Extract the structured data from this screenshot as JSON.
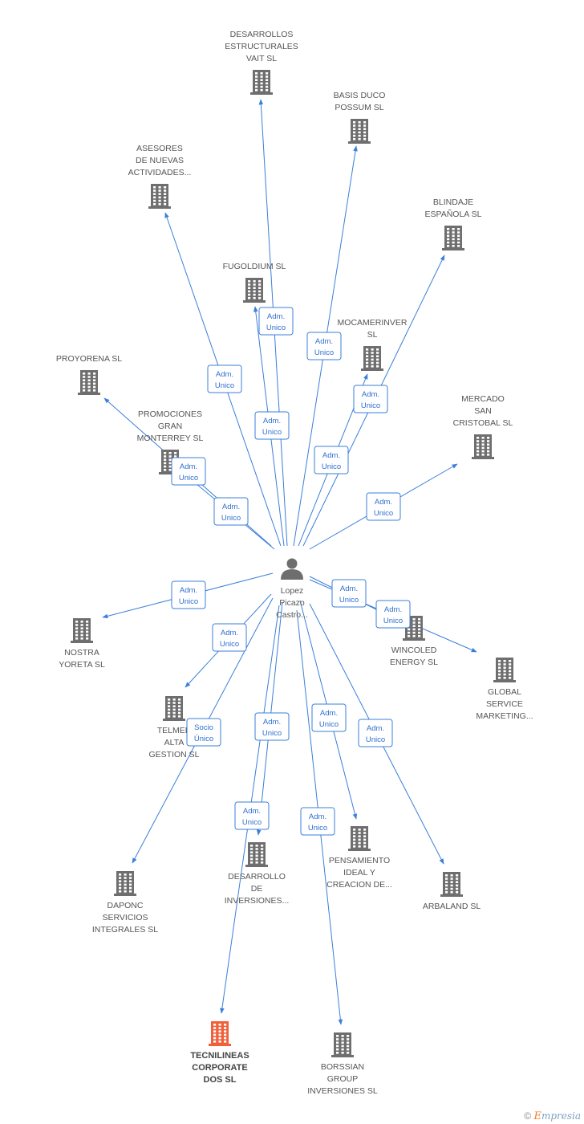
{
  "center": {
    "name_lines": [
      "Lopez",
      "Picazo",
      "Castro..."
    ],
    "icon": "person-icon"
  },
  "companies": [
    {
      "id": "desarrollos-estructurales",
      "lines": [
        "DESARROLLOS",
        "ESTRUCTURALES",
        "VAIT SL"
      ],
      "label_pos": "above",
      "highlight": false
    },
    {
      "id": "basis-duco",
      "lines": [
        "BASIS DUCO",
        "POSSUM SL"
      ],
      "label_pos": "above",
      "highlight": false
    },
    {
      "id": "asesores-nuevas",
      "lines": [
        "ASESORES",
        "DE NUEVAS",
        "ACTIVIDADES..."
      ],
      "label_pos": "above",
      "highlight": false
    },
    {
      "id": "blindaje-espanola",
      "lines": [
        "BLINDAJE",
        "ESPAÑOLA SL"
      ],
      "label_pos": "above",
      "highlight": false
    },
    {
      "id": "fugoldium",
      "lines": [
        "FUGOLDIUM SL"
      ],
      "label_pos": "above",
      "highlight": false
    },
    {
      "id": "mocamerinver",
      "lines": [
        "MOCAMERINVER",
        "SL"
      ],
      "label_pos": "above",
      "highlight": false
    },
    {
      "id": "proyorena",
      "lines": [
        "PROYORENA SL"
      ],
      "label_pos": "above",
      "highlight": false
    },
    {
      "id": "mercado-san-cristobal",
      "lines": [
        "MERCADO",
        "SAN",
        "CRISTOBAL SL"
      ],
      "label_pos": "above",
      "highlight": false
    },
    {
      "id": "promociones-gran-monterrey",
      "lines": [
        "PROMOCIONES",
        "GRAN",
        "MONTERREY SL"
      ],
      "label_pos": "above",
      "highlight": false
    },
    {
      "id": "nostra-yoreta",
      "lines": [
        "NOSTRA",
        "YORETA SL"
      ],
      "label_pos": "below",
      "highlight": false
    },
    {
      "id": "wincoled-energy",
      "lines": [
        "WINCOLED",
        "ENERGY SL"
      ],
      "label_pos": "below",
      "highlight": false
    },
    {
      "id": "global-service-marketing",
      "lines": [
        "GLOBAL",
        "SERVICE",
        "MARKETING..."
      ],
      "label_pos": "below",
      "highlight": false
    },
    {
      "id": "telmen-alta-gestion",
      "lines": [
        "TELMEN",
        "ALTA",
        "GESTION SL"
      ],
      "label_pos": "below",
      "highlight": false
    },
    {
      "id": "daponc-servicios",
      "lines": [
        "DAPONC",
        "SERVICIOS",
        "INTEGRALES SL"
      ],
      "label_pos": "below",
      "highlight": false
    },
    {
      "id": "desarrollo-inversiones",
      "lines": [
        "DESARROLLO",
        "DE",
        "INVERSIONES..."
      ],
      "label_pos": "below",
      "highlight": false
    },
    {
      "id": "pensamiento-ideal",
      "lines": [
        "PENSAMIENTO",
        "IDEAL Y",
        "CREACION DE..."
      ],
      "label_pos": "below",
      "highlight": false
    },
    {
      "id": "arbaland",
      "lines": [
        "ARBALAND SL"
      ],
      "label_pos": "below",
      "highlight": false
    },
    {
      "id": "tecnilineas-corporate",
      "lines": [
        "TECNILINEAS",
        "CORPORATE",
        "DOS SL"
      ],
      "label_pos": "below",
      "highlight": true
    },
    {
      "id": "borssian-group",
      "lines": [
        "BORSSIAN",
        "GROUP",
        "INVERSIONES SL"
      ],
      "label_pos": "below",
      "highlight": false
    }
  ],
  "edges": [
    {
      "target": "desarrollos-estructurales",
      "role_lines": [
        "Adm.",
        "Unico"
      ]
    },
    {
      "target": "basis-duco",
      "role_lines": [
        "Adm.",
        "Unico"
      ]
    },
    {
      "target": "asesores-nuevas",
      "role_lines": [
        "Adm.",
        "Unico"
      ]
    },
    {
      "target": "blindaje-espanola",
      "role_lines": [
        "Adm.",
        "Unico"
      ]
    },
    {
      "target": "fugoldium",
      "role_lines": [
        "Adm.",
        "Unico"
      ]
    },
    {
      "target": "mocamerinver",
      "role_lines": [
        "Adm.",
        "Unico"
      ]
    },
    {
      "target": "proyorena",
      "role_lines": [
        "Adm.",
        "Unico"
      ]
    },
    {
      "target": "mercado-san-cristobal",
      "role_lines": [
        "Adm.",
        "Unico"
      ]
    },
    {
      "target": "promociones-gran-monterrey",
      "role_lines": [
        "Adm.",
        "Unico"
      ]
    },
    {
      "target": "nostra-yoreta",
      "role_lines": [
        "Adm.",
        "Unico"
      ]
    },
    {
      "target": "wincoled-energy",
      "role_lines": [
        "Adm.",
        "Unico"
      ]
    },
    {
      "target": "global-service-marketing",
      "role_lines": [
        "Adm.",
        "Unico"
      ]
    },
    {
      "target": "telmen-alta-gestion",
      "role_lines": [
        "Adm.",
        "Unico"
      ]
    },
    {
      "target": "daponc-servicios",
      "role_lines": [
        "Socio",
        "Único"
      ]
    },
    {
      "target": "desarrollo-inversiones",
      "role_lines": [
        "Adm.",
        "Unico"
      ]
    },
    {
      "target": "pensamiento-ideal",
      "role_lines": [
        "Adm.",
        "Unico"
      ]
    },
    {
      "target": "arbaland",
      "role_lines": [
        "Adm.",
        "Unico"
      ]
    },
    {
      "target": "tecnilineas-corporate",
      "role_lines": [
        "Adm.",
        "Unico"
      ]
    },
    {
      "target": "borssian-group",
      "role_lines": [
        "Adm.",
        "Unico"
      ]
    }
  ],
  "colors": {
    "edge": "#3b7fd8",
    "building": "#6e6e6e",
    "building_highlight": "#f0603a",
    "role_border": "#3b7fd8",
    "role_text": "#2f6fd0"
  },
  "brand": {
    "copyright": "©",
    "initial": "E",
    "rest": "mpresia"
  }
}
